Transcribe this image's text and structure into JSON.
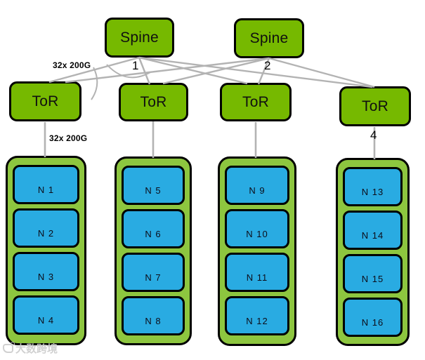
{
  "diagram": {
    "kind": "spine-tor-network-topology"
  },
  "spines": [
    {
      "label": "Spine",
      "port_label": "1"
    },
    {
      "label": "Spine",
      "port_label": "2"
    }
  ],
  "tors": [
    {
      "label": "ToR"
    },
    {
      "label": "ToR"
    },
    {
      "label": "ToR"
    },
    {
      "label": "ToR",
      "port_label": "4"
    }
  ],
  "annotations": {
    "spine_link_bundle": "32x 200G",
    "tor_link_bundle": "32x 200G"
  },
  "racks": [
    {
      "nodes": [
        "N 1",
        "N 2",
        "N 3",
        "N 4"
      ]
    },
    {
      "nodes": [
        "N 5",
        "N 6",
        "N 7",
        "N 8"
      ]
    },
    {
      "nodes": [
        "N 9",
        "N 10",
        "N 11",
        "N 12"
      ]
    },
    {
      "nodes": [
        "N 13",
        "N 14",
        "N 15",
        "N 16"
      ]
    }
  ],
  "colors": {
    "switch_green": "#76b900",
    "rack_green": "#8dc63f",
    "node_blue": "#29abe2",
    "link_gray": "#b3b3b3",
    "border_black": "#000000"
  },
  "watermark": {
    "text": "大数跨境"
  }
}
